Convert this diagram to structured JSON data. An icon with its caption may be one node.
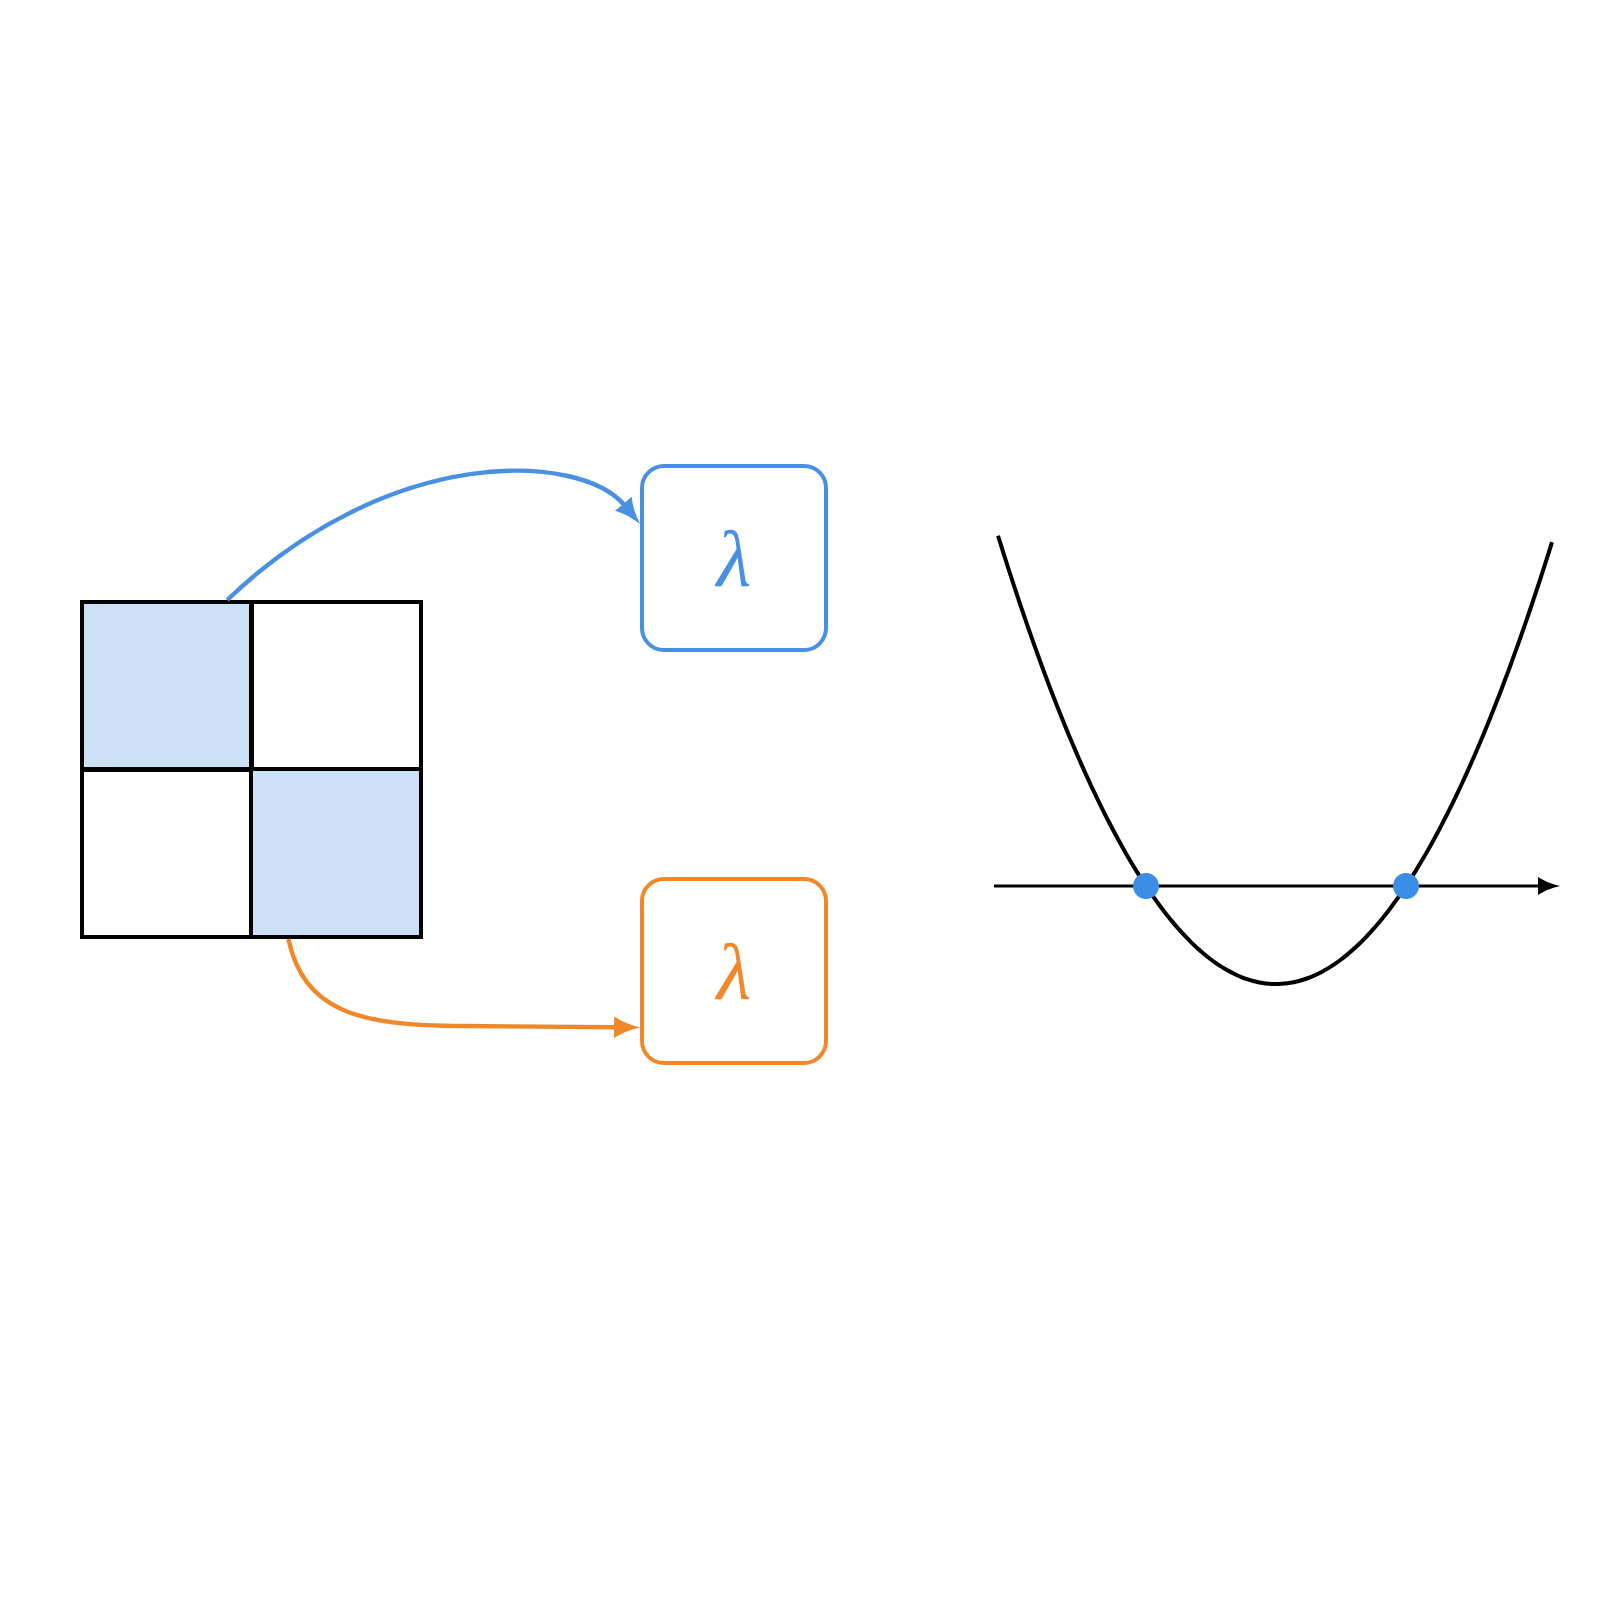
{
  "diagram": {
    "nodes": [
      {
        "text": [],
        "shape": "box"
      },
      {
        "text": [],
        "shape": "box"
      },
      {
        "text": [],
        "shape": "box"
      },
      {
        "text": [],
        "shape": "box"
      },
      {
        "text": [
          "λ"
        ]
      },
      {
        "text": [
          "λ"
        ]
      }
    ],
    "edges": [
      {
        "from": 0,
        "to": 4,
        "arrow": "to",
        "color": "#4a90e2"
      },
      {
        "from": 3,
        "to": 5,
        "arrow": "to",
        "color": "#f0882a"
      }
    ]
  }
}
